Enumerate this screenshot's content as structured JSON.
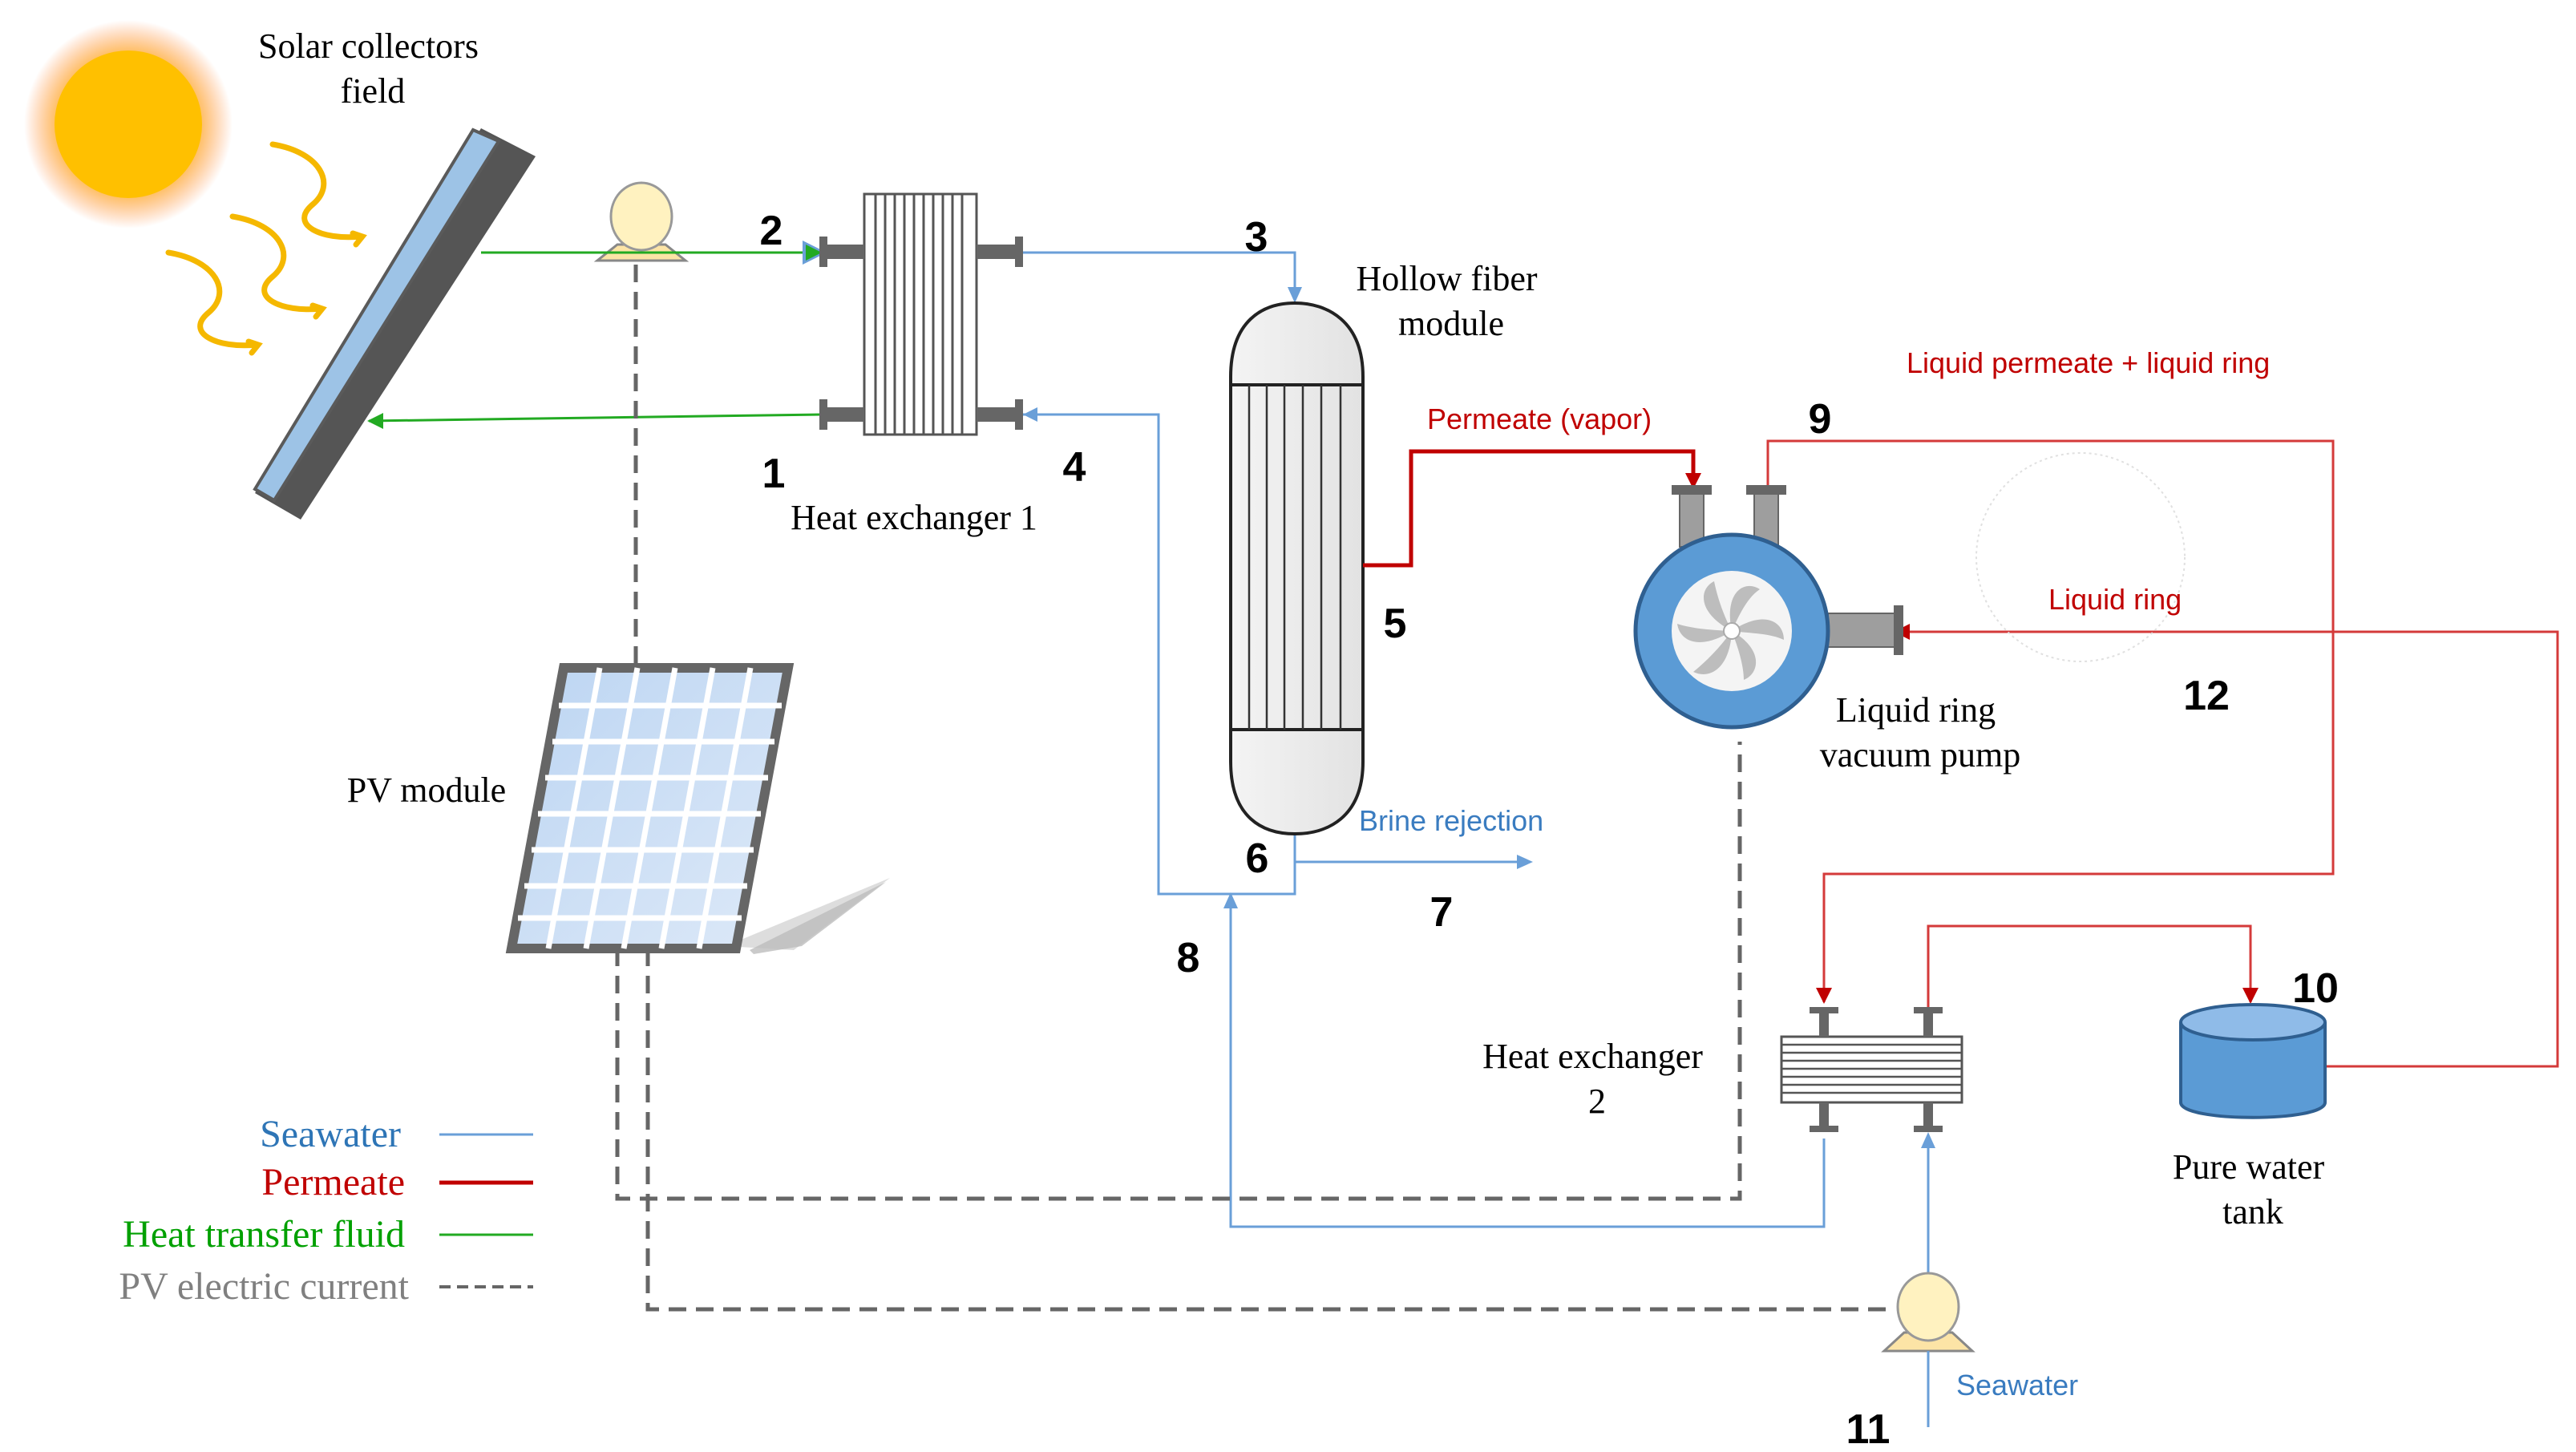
{
  "labels": {
    "solar_field": [
      "Solar collectors",
      "field"
    ],
    "heat_exchanger_1": "Heat exchanger 1",
    "hollow_fiber": [
      "Hollow fiber",
      "module"
    ],
    "vacuum_pump": [
      "Liquid ring",
      "vacuum pump"
    ],
    "pv_module": "PV module",
    "heat_exchanger_2": [
      "Heat exchanger",
      "2"
    ],
    "pure_water_tank": [
      "Pure water",
      "tank"
    ]
  },
  "flows": {
    "permeate_vapor": "Permeate (vapor)",
    "liquid_permeate_ring": "Liquid permeate + liquid ring",
    "liquid_ring": "Liquid ring",
    "brine_rejection": "Brine rejection",
    "seawater_in": "Seawater"
  },
  "points": [
    "1",
    "2",
    "3",
    "4",
    "5",
    "6",
    "7",
    "8",
    "9",
    "10",
    "11",
    "12"
  ],
  "legend": [
    {
      "label": "Seawater",
      "color": "#2e75b6",
      "style": "thin"
    },
    {
      "label": "Permeate",
      "color": "#c00000",
      "style": "thick"
    },
    {
      "label": "Heat transfer  fluid",
      "color": "#00a000",
      "style": "thin"
    },
    {
      "label": "PV electric  current",
      "color": "#808080",
      "style": "dashed"
    }
  ],
  "colors": {
    "seawater": "#6a9fd8",
    "permeate": "#c00000",
    "heat_fluid": "#22aa22",
    "electric": "#555555",
    "sun": "#ffc000",
    "pump_body": "#5b9bd5"
  }
}
